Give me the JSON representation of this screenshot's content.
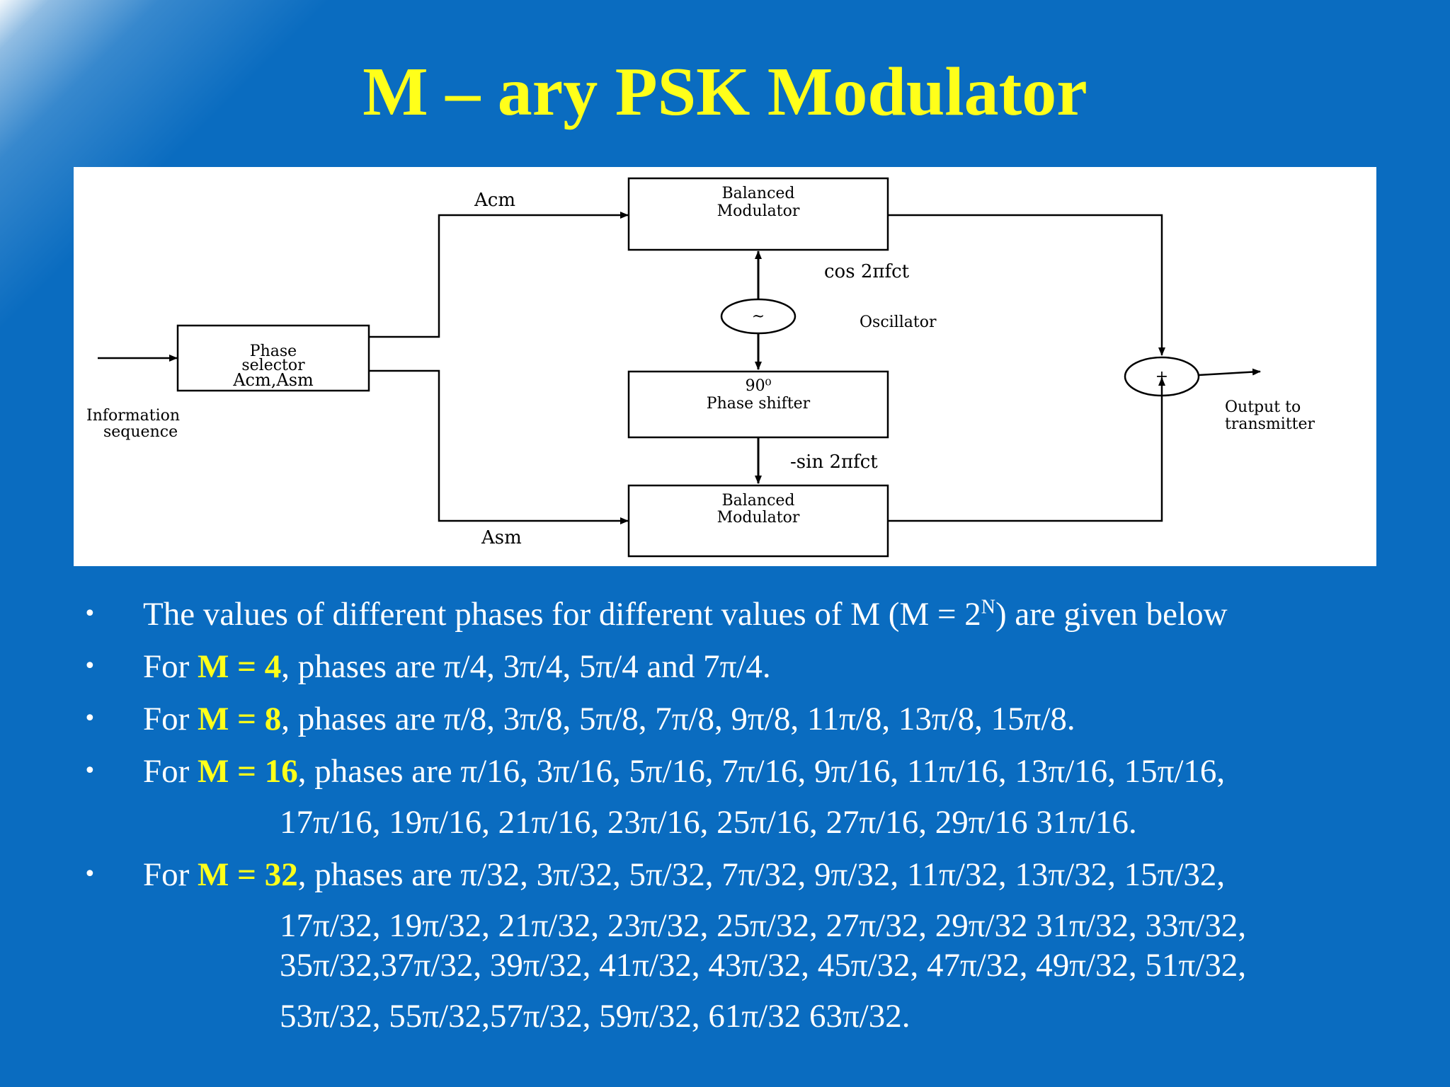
{
  "slide": {
    "title": "M – ary PSK Modulator"
  },
  "diagram": {
    "input_label_line1": "Information",
    "input_label_line2": "sequence",
    "phase_selector_line1": "Phase",
    "phase_selector_line2": "selector",
    "phase_selector_line3": "Acm,Asm",
    "acm_label": "Acm",
    "asm_label": "Asm",
    "top_modulator_line1": "Balanced",
    "top_modulator_line2": "Modulator",
    "bottom_modulator_line1": "Balanced",
    "bottom_modulator_line2": "Modulator",
    "cos_label": "cos 2πfct",
    "oscillator_symbol": "~",
    "oscillator_label": "Oscillator",
    "phase_shifter_line1": "90⁰",
    "phase_shifter_line2": "Phase shifter",
    "sin_label": "-sin 2πfct",
    "summer_symbol": "+",
    "output_line1": "Output to",
    "output_line2": "transmitter"
  },
  "bullets": {
    "b1_text": "The values of different phases for different values of M (M = 2",
    "b1_sup": "N",
    "b1_tail": ") are given below",
    "b2_prefix": "For ",
    "b2_hl": "M = 4",
    "b2_text": ", phases are π/4, 3π/4, 5π/4 and 7π/4.",
    "b3_prefix": "For ",
    "b3_hl": "M = 8",
    "b3_text": ", phases are π/8, 3π/8, 5π/8, 7π/8, 9π/8, 11π/8, 13π/8, 15π/8.",
    "b4_prefix": "For ",
    "b4_hl": "M = 16",
    "b4_text": ", phases are π/16, 3π/16, 5π/16, 7π/16, 9π/16, 11π/16, 13π/16, 15π/16,",
    "b4_cont": "17π/16, 19π/16, 21π/16, 23π/16, 25π/16, 27π/16, 29π/16 31π/16.",
    "b5_prefix": "For ",
    "b5_hl": "M = 32",
    "b5_text": ", phases are π/32, 3π/32, 5π/32, 7π/32, 9π/32, 11π/32, 13π/32, 15π/32,",
    "b5_cont1": "17π/32, 19π/32, 21π/32, 23π/32, 25π/32, 27π/32, 29π/32 31π/32, 33π/32,",
    "b5_cont2": "35π/32,37π/32, 39π/32, 41π/32, 43π/32, 45π/32, 47π/32, 49π/32, 51π/32,",
    "b5_cont3": "53π/32, 55π/32,57π/32, 59π/32, 61π/32 63π/32.",
    "bullet_char": "•"
  },
  "colors": {
    "background": "#0a6cc0",
    "title": "#ffff1a",
    "highlight": "#ffff1a",
    "body_text": "#ffffff"
  }
}
